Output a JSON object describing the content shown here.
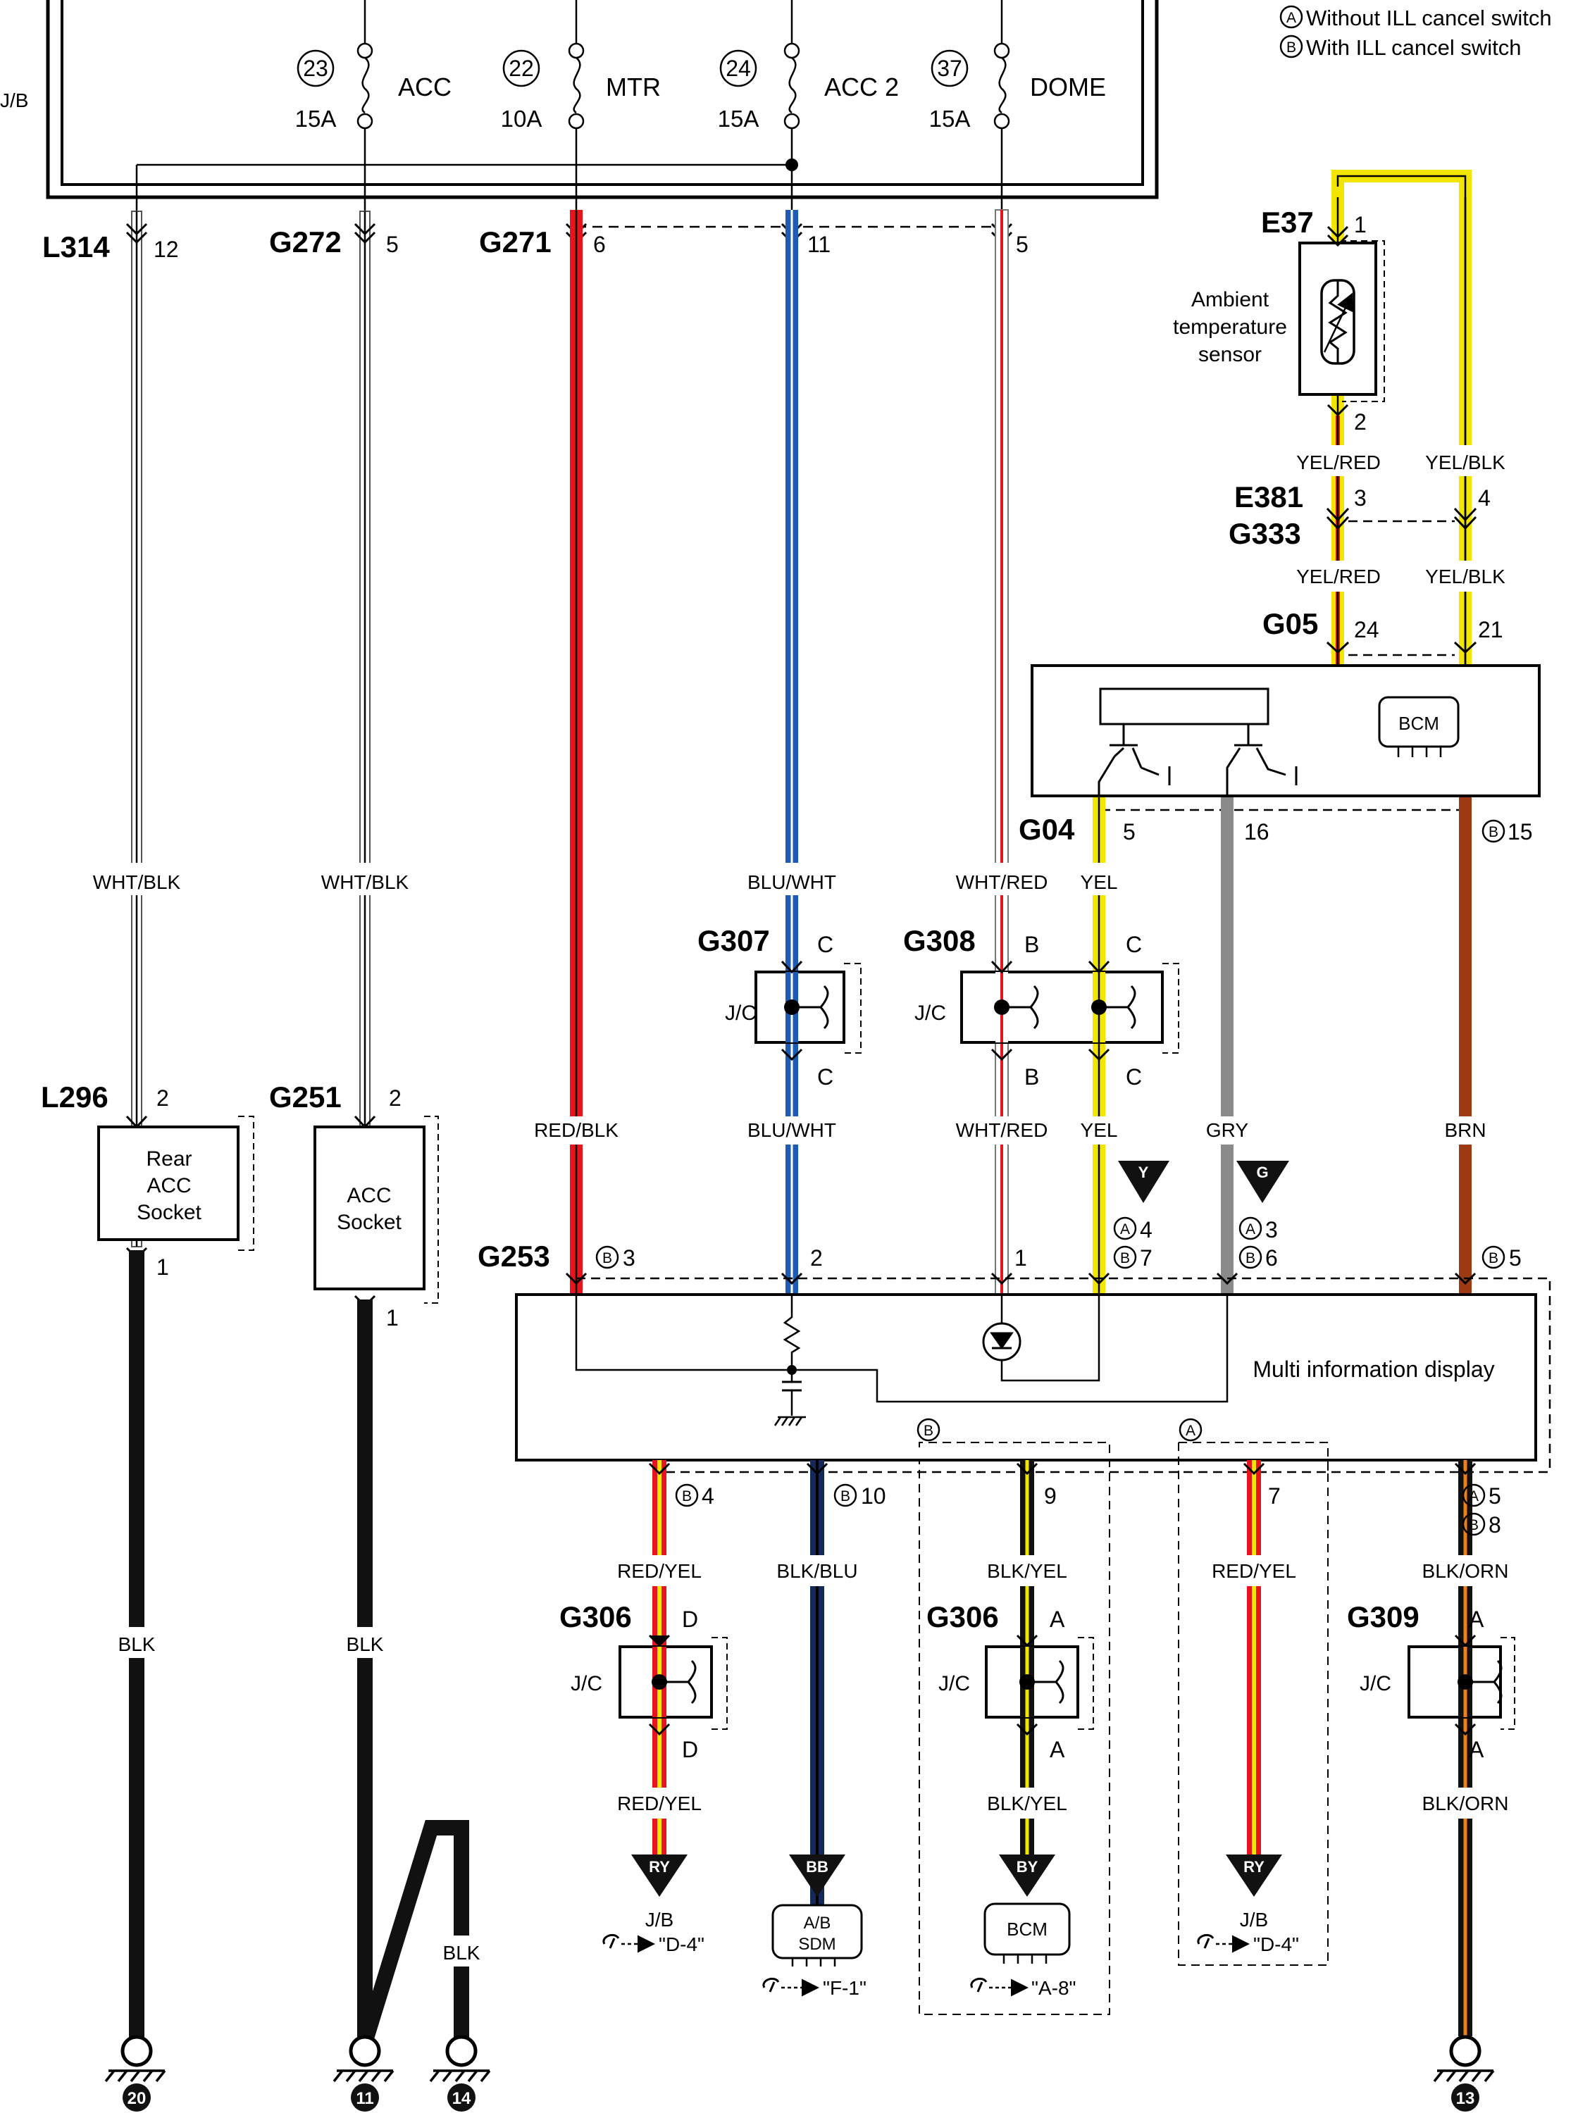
{
  "legend": {
    "a_letter": "A",
    "a_text": "Without ILL cancel switch",
    "b_letter": "B",
    "b_text": "With ILL cancel switch"
  },
  "jb_label": "J/B",
  "fuses": [
    {
      "num": "23",
      "amp": "15A",
      "name": "ACC"
    },
    {
      "num": "22",
      "amp": "10A",
      "name": "MTR"
    },
    {
      "num": "24",
      "amp": "15A",
      "name": "ACC 2"
    },
    {
      "num": "37",
      "amp": "15A",
      "name": "DOME"
    }
  ],
  "jb_connectors": {
    "l314": "L314",
    "l314_pin": "12",
    "g272": "G272",
    "g272_pin": "5",
    "g271": "G271",
    "g271_pin6": "6",
    "g271_pin11": "11",
    "g271_pin5": "5"
  },
  "sensor": {
    "conn": "E37",
    "pin1": "1",
    "pin2": "2",
    "label1": "Ambient",
    "label2": "temperature",
    "label3": "sensor",
    "wire1": "YEL/RED",
    "wire2": "YEL/BLK",
    "e381": "E381",
    "g333": "G333",
    "pin3": "3",
    "pin4": "4",
    "g05": "G05",
    "pin24": "24",
    "pin21": "21"
  },
  "bcm": {
    "label": "BCM",
    "g04": "G04",
    "pin5": "5",
    "pin16": "16",
    "b_letter": "B",
    "pin15": "15"
  },
  "wires": {
    "wht_blk": "WHT/BLK",
    "blu_wht": "BLU/WHT",
    "wht_red": "WHT/RED",
    "yel": "YEL",
    "red_blk": "RED/BLK",
    "gry": "GRY",
    "brn": "BRN",
    "blk": "BLK",
    "red_yel": "RED/YEL",
    "blk_blu": "BLK/BLU",
    "blk_yel": "BLK/YEL",
    "blk_orn": "BLK/ORN"
  },
  "jc": {
    "label": "J/C",
    "g307": "G307",
    "g308": "G308",
    "g306": "G306",
    "g309": "G309",
    "c": "C",
    "b": "B",
    "d": "D",
    "a": "A"
  },
  "sockets": {
    "l296": "L296",
    "l296_pin2": "2",
    "l296_pin1": "1",
    "rear1": "Rear",
    "rear2": "ACC",
    "rear3": "Socket",
    "g251": "G251",
    "g251_pin2": "2",
    "g251_pin1": "1",
    "acc1": "ACC",
    "acc2": "Socket"
  },
  "flags": {
    "y": "Y",
    "g": "G"
  },
  "mid": {
    "g253": "G253",
    "title": "Multi information display",
    "a": "A",
    "b": "B",
    "pin3": "3",
    "pin2": "2",
    "pin1": "1",
    "pin4": "4",
    "pin7": "7",
    "pin6": "6",
    "pin5": "5",
    "pin10": "10",
    "pin9": "9",
    "pin8": "8"
  },
  "destinations": {
    "ry": "RY",
    "bb": "BB",
    "by": "BY",
    "jb": "J/B",
    "d4": "\"D-4\"",
    "ab1": "A/B",
    "ab2": "SDM",
    "f1": "\"F-1\"",
    "bcm": "BCM",
    "a8": "\"A-8\""
  },
  "grounds": [
    "20",
    "11",
    "14",
    "13"
  ]
}
